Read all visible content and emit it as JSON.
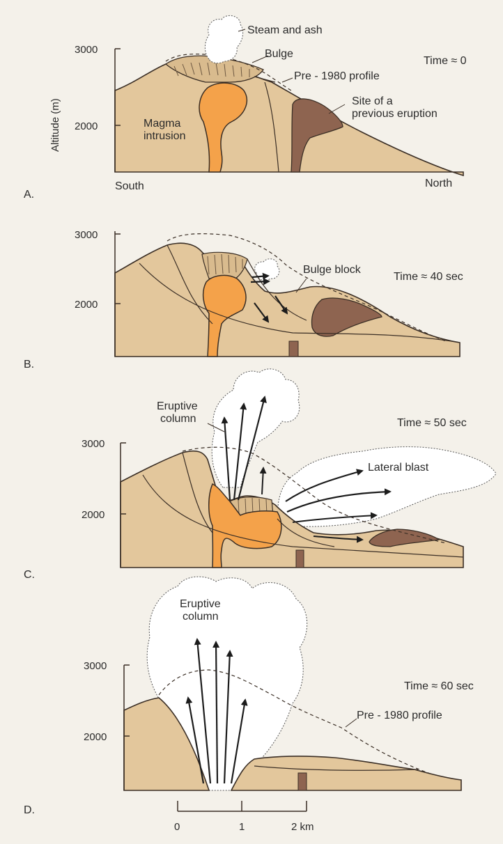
{
  "colors": {
    "ground": "#e3c79c",
    "ground_dark": "#d5b486",
    "magma": "#f4a24a",
    "old_eruption": "#8e6450",
    "line": "#3a2e25",
    "cloud": "#ffffff"
  },
  "y_axis_label": "Altitude (m)",
  "panels": [
    {
      "letter": "A.",
      "time": "Time ≈ 0",
      "ticks": [
        "3000",
        "2000"
      ],
      "labels": {
        "steam": "Steam and ash",
        "bulge": "Bulge",
        "pre1980": "Pre - 1980 profile",
        "site_line1": "Site of a",
        "site_line2": "previous eruption",
        "magma_line1": "Magma",
        "magma_line2": "intrusion"
      },
      "south": "South",
      "north": "North"
    },
    {
      "letter": "B.",
      "time": "Time ≈ 40 sec",
      "ticks": [
        "3000",
        "2000"
      ],
      "labels": {
        "bulge_block": "Bulge block"
      }
    },
    {
      "letter": "C.",
      "time": "Time ≈ 50 sec",
      "ticks": [
        "3000",
        "2000"
      ],
      "labels": {
        "column_line1": "Eruptive",
        "column_line2": "column",
        "lateral": "Lateral blast"
      }
    },
    {
      "letter": "D.",
      "time": "Time ≈ 60 sec",
      "ticks": [
        "3000",
        "2000"
      ],
      "labels": {
        "column_line1": "Eruptive",
        "column_line2": "column",
        "pre1980": "Pre - 1980 profile"
      }
    }
  ],
  "scale": {
    "ticks": [
      "0",
      "1",
      "2 km"
    ]
  }
}
